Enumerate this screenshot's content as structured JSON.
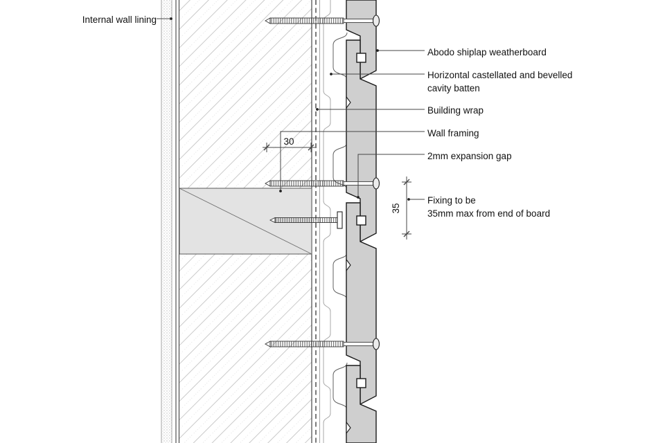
{
  "drawing": {
    "title_context": "Cladding section detail",
    "annotations": {
      "internal_wall_lining": "Internal wall lining",
      "weatherboard": "Abodo shiplap weatherboard",
      "cavity_batten": [
        "Horizontal castellated and bevelled",
        "cavity batten"
      ],
      "building_wrap": "Building wrap",
      "wall_framing": "Wall framing",
      "expansion_gap": "2mm expansion gap",
      "fixing_note": [
        "Fixing to be",
        "35mm max from end of board"
      ]
    },
    "dimensions": {
      "cavity_depth_mm": "30",
      "fixing_end_distance_mm": "35"
    },
    "colors": {
      "board_fill": "#cfcfcf",
      "blocking_fill": "#e3e3e3",
      "outline": "#1a1a1a",
      "leader": "#444444",
      "background": "#ffffff"
    }
  }
}
